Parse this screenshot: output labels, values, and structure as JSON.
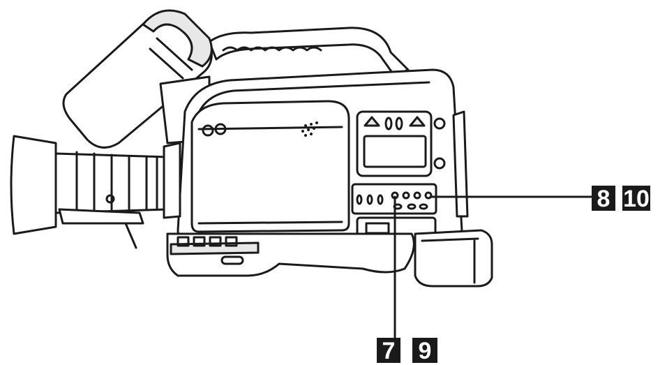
{
  "diagram": {
    "subject": "camcorder-side-view",
    "callouts": [
      {
        "id": "callout-8",
        "label": "8"
      },
      {
        "id": "callout-10",
        "label": "10"
      },
      {
        "id": "callout-7",
        "label": "7"
      },
      {
        "id": "callout-9",
        "label": "9"
      }
    ],
    "colors": {
      "ink": "#1a1a1a",
      "paper": "#ffffff",
      "shade": "#e8e8e8"
    }
  }
}
